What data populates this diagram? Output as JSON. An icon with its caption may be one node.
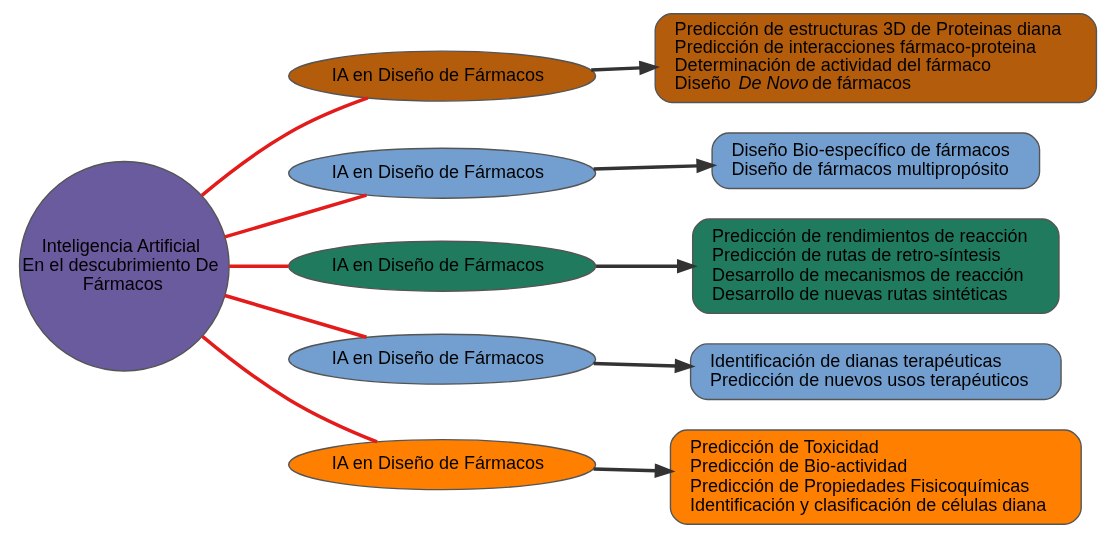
{
  "diagram": {
    "nodes": [
      {
        "text": [
          "Inteligencia Artificial En el descubrimiento De Fármacos"
        ]
      },
      {
        "text": [
          "IA en Diseño de Fármacos"
        ]
      },
      {
        "text": [
          "IA en Diseño de Fármacos"
        ]
      },
      {
        "text": [
          "IA en Diseño de Fármacos"
        ]
      },
      {
        "text": [
          "IA en Diseño de Fármacos"
        ]
      },
      {
        "text": [
          "IA en Diseño de Fármacos"
        ]
      },
      {
        "text": [
          "Predicción de estructuras 3D de Proteinas diana",
          "Predicción de interacciones fármaco-proteina",
          "Determinación de actividad del fármaco",
          "Diseño *De Novo* de fármacos"
        ]
      },
      {
        "text": [
          "Diseño Bio-específico de fármacos",
          "Diseño de fármacos multipropósito"
        ]
      },
      {
        "text": [
          "Predicción de rendimientos de reacción",
          "Predicción de rutas de retro-síntesis",
          "Desarrollo de mecanismos de reacción",
          "Desarrollo de nuevas rutas sintéticas"
        ]
      },
      {
        "text": [
          "Identificación de dianas terapéuticas",
          "Predicción de nuevos usos terapéuticos"
        ]
      },
      {
        "text": [
          "Predicción de Toxicidad",
          "Predicción de Bio-actividad",
          "Predicción de Propiedades Fisicoquímicas",
          "Identificación y clasificación de células diana"
        ]
      }
    ],
    "edges": [
      {
        "from": 0,
        "to": 1,
        "arrow": "none",
        "color": "#e31b1b"
      },
      {
        "from": 0,
        "to": 2,
        "arrow": "none",
        "color": "#e31b1b"
      },
      {
        "from": 0,
        "to": 3,
        "arrow": "none",
        "color": "#e31b1b"
      },
      {
        "from": 0,
        "to": 4,
        "arrow": "none",
        "color": "#e31b1b"
      },
      {
        "from": 0,
        "to": 5,
        "arrow": "none",
        "color": "#e31b1b"
      },
      {
        "from": 1,
        "to": 6,
        "arrow": "to",
        "color": "#333333"
      },
      {
        "from": 2,
        "to": 7,
        "arrow": "to",
        "color": "#333333"
      },
      {
        "from": 3,
        "to": 8,
        "arrow": "to",
        "color": "#333333"
      },
      {
        "from": 4,
        "to": 9,
        "arrow": "to",
        "color": "#333333"
      },
      {
        "from": 5,
        "to": 10,
        "arrow": "to",
        "color": "#333333"
      }
    ]
  }
}
